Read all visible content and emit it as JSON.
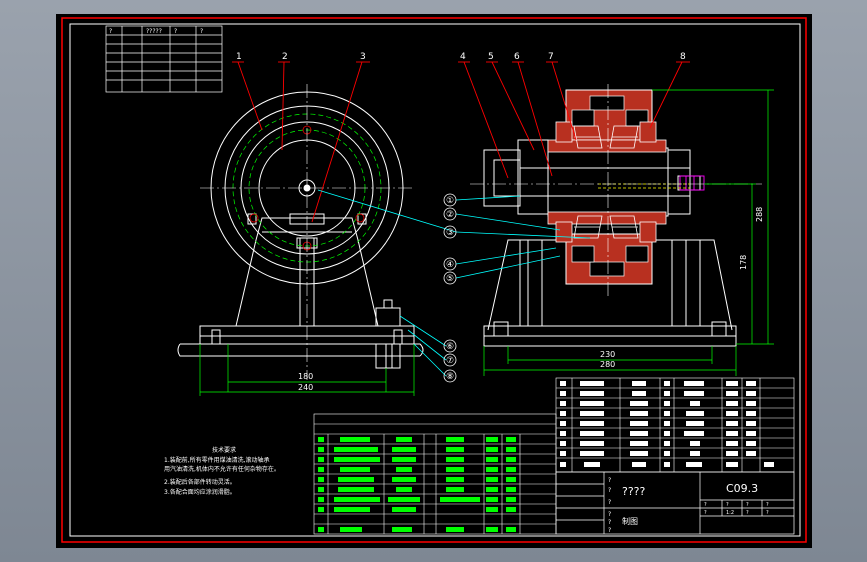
{
  "drawing": {
    "leaders_left": [
      "1",
      "2",
      "3"
    ],
    "leaders_right": [
      "4",
      "5",
      "6",
      "7",
      "8"
    ],
    "balloons": [
      "①",
      "②",
      "③",
      "④",
      "⑤",
      "⑥",
      "⑦",
      "⑧"
    ],
    "dims": {
      "d180": "180",
      "d240": "240",
      "d230": "230",
      "d280": "280",
      "d178": "178",
      "d288": "288"
    },
    "corner_table_header": [
      "?",
      "?????",
      "?",
      "?"
    ]
  },
  "tech_req": {
    "title": "技术要求",
    "lines": [
      "1.装配前,所有零件用煤油清洗,滚动轴承",
      "  用汽油清洗,机体内不允许有任何杂物存在。",
      "2.装配后各部件转动灵活。",
      "3.各配合面均应涂润滑脂。"
    ]
  },
  "titleblock": {
    "title_q": "????",
    "drawing_no": "C09.3",
    "name": "制图",
    "side_marks": [
      "?",
      "?",
      "?",
      "?",
      "?",
      "?"
    ],
    "small_top": [
      "?",
      "?",
      "?",
      "?"
    ],
    "small_row": [
      "?",
      "1:2",
      "?",
      "?"
    ]
  }
}
